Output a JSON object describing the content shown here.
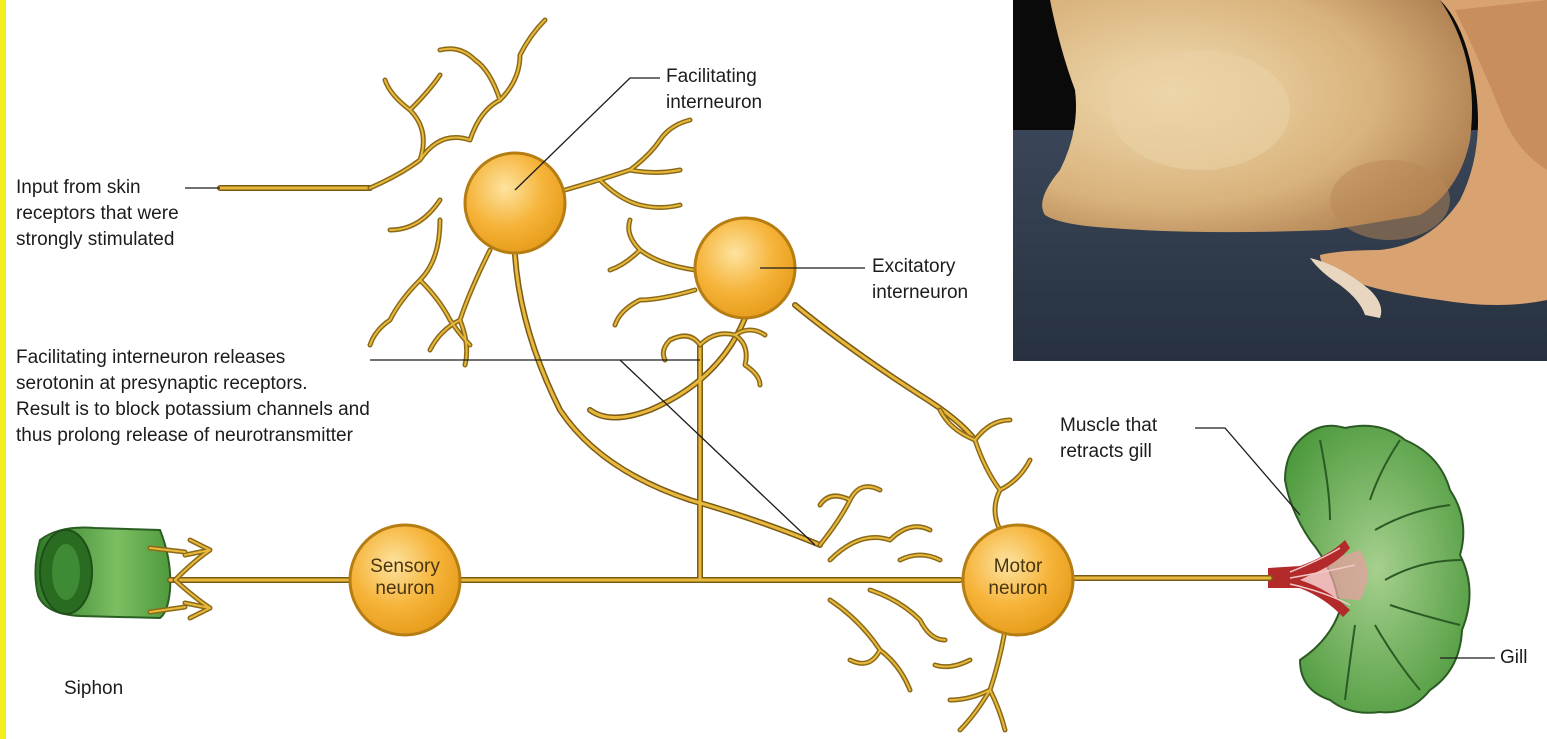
{
  "labels": {
    "facilitating_interneuron": "Facilitating\ninterneuron",
    "input_from_skin": "Input from skin\nreceptors that were\nstrongly stimulated",
    "excitatory_interneuron": "Excitatory\ninterneuron",
    "serotonin_note": "Facilitating interneuron releases\nserotonin at presynaptic receptors.\nResult is to block potassium channels and\nthus prolong release of neurotransmitter",
    "muscle_retracts_gill": "Muscle that\nretracts gill",
    "siphon": "Siphon",
    "gill": "Gill",
    "sensory_neuron": "Sensory\nneuron",
    "motor_neuron": "Motor\nneuron"
  },
  "colors": {
    "neuron_fill": "#f6b43a",
    "neuron_outline": "#b57d12",
    "axon": "#a07a22",
    "gill_green": "#5aa34a",
    "muscle_red": "#b22a2a",
    "siphon_green": "#4f9a3d",
    "left_bar": "#f3ef1e"
  }
}
